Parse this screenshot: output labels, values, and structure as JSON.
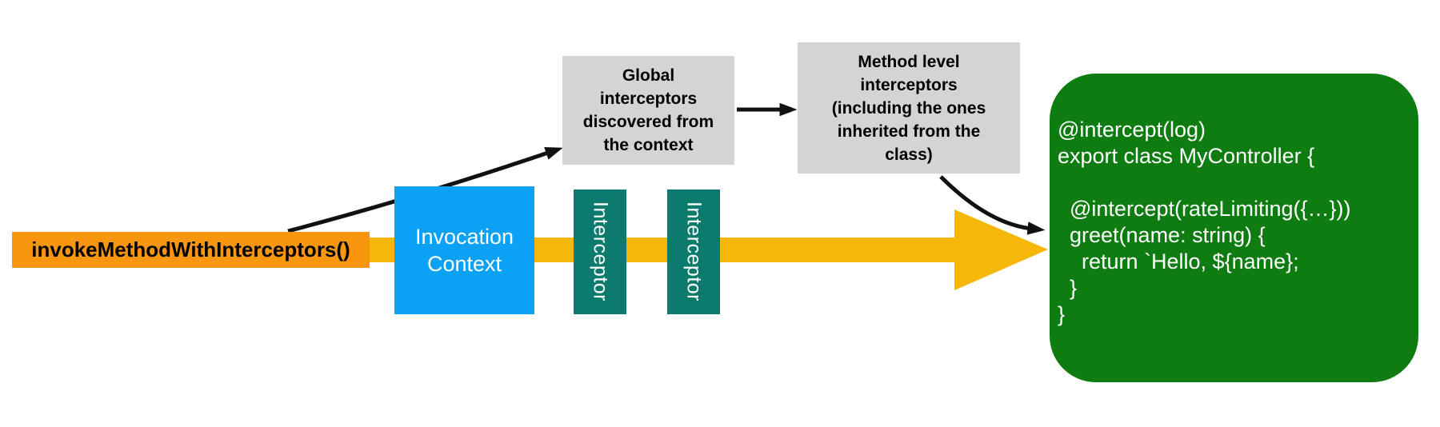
{
  "diagram": {
    "title_none": "",
    "flow_color": "#f4b70a",
    "arrow_color": "#111111",
    "invoke_box": {
      "label": "invokeMethodWithInterceptors()",
      "bg": "#f8960f"
    },
    "context_box": {
      "label": "Invocation Context",
      "lines": [
        "Invocation",
        "Context"
      ],
      "bg": "#0ba1f5"
    },
    "interceptor1": {
      "label": "Interceptor",
      "bg": "#0c7a6d"
    },
    "interceptor2": {
      "label": "Interceptor",
      "bg": "#0c7a6d"
    },
    "global_box": {
      "label": "Global interceptors discovered from the context",
      "lines": [
        "Global",
        "interceptors",
        "discovered from",
        "the context"
      ],
      "bg": "#d4d4d3"
    },
    "method_box": {
      "label": "Method level interceptors (including the ones inherited from the class)",
      "lines": [
        "Method level",
        "interceptors",
        "(including the ones",
        "inherited from the",
        "class)"
      ],
      "bg": "#d4d4d3"
    },
    "code_box": {
      "bg": "#0e7c11",
      "code": "@intercept(log)\nexport class MyController {\n\n  @intercept(rateLimiting({…}))\n  greet(name: string) {\n    return `Hello, ${name};\n  }\n}"
    }
  }
}
